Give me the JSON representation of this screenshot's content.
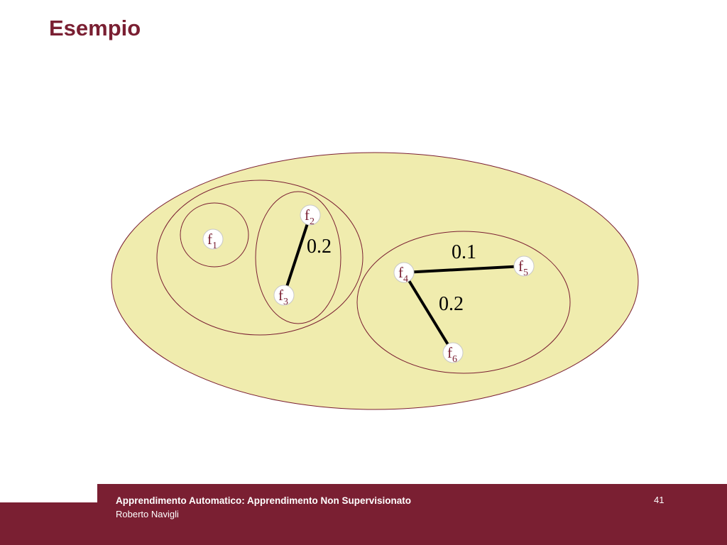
{
  "slide": {
    "title": "Esempio",
    "footer": {
      "course": "Apprendimento Automatico: Apprendimento Non Supervisionato",
      "author": "Roberto Navigli",
      "page_number": "41"
    }
  },
  "diagram": {
    "colors": {
      "cluster_fill": "#f0ecae",
      "cluster_stroke": "#7a1f32",
      "node_fill": "#ffffff",
      "node_stroke": "#c8c8c8",
      "node_text": "#7a1f32",
      "edge": "#000000",
      "weight_text": "#000000"
    },
    "nodes": [
      {
        "id": "f1",
        "base": "f",
        "sub": "1"
      },
      {
        "id": "f2",
        "base": "f",
        "sub": "2"
      },
      {
        "id": "f3",
        "base": "f",
        "sub": "3"
      },
      {
        "id": "f4",
        "base": "f",
        "sub": "4"
      },
      {
        "id": "f5",
        "base": "f",
        "sub": "5"
      },
      {
        "id": "f6",
        "base": "f",
        "sub": "6"
      }
    ],
    "edges": [
      {
        "from": "f2",
        "to": "f3",
        "weight": "0.2"
      },
      {
        "from": "f4",
        "to": "f5",
        "weight": "0.1"
      },
      {
        "from": "f4",
        "to": "f6",
        "weight": "0.2"
      }
    ],
    "clusters": [
      {
        "id": "all",
        "members": [
          "f1",
          "f2",
          "f3",
          "f4",
          "f5",
          "f6"
        ]
      },
      {
        "id": "left",
        "members": [
          "f1",
          "f2",
          "f3"
        ]
      },
      {
        "id": "right",
        "members": [
          "f4",
          "f5",
          "f6"
        ]
      },
      {
        "id": "f1-only",
        "members": [
          "f1"
        ]
      },
      {
        "id": "f2-f3",
        "members": [
          "f2",
          "f3"
        ]
      }
    ]
  }
}
